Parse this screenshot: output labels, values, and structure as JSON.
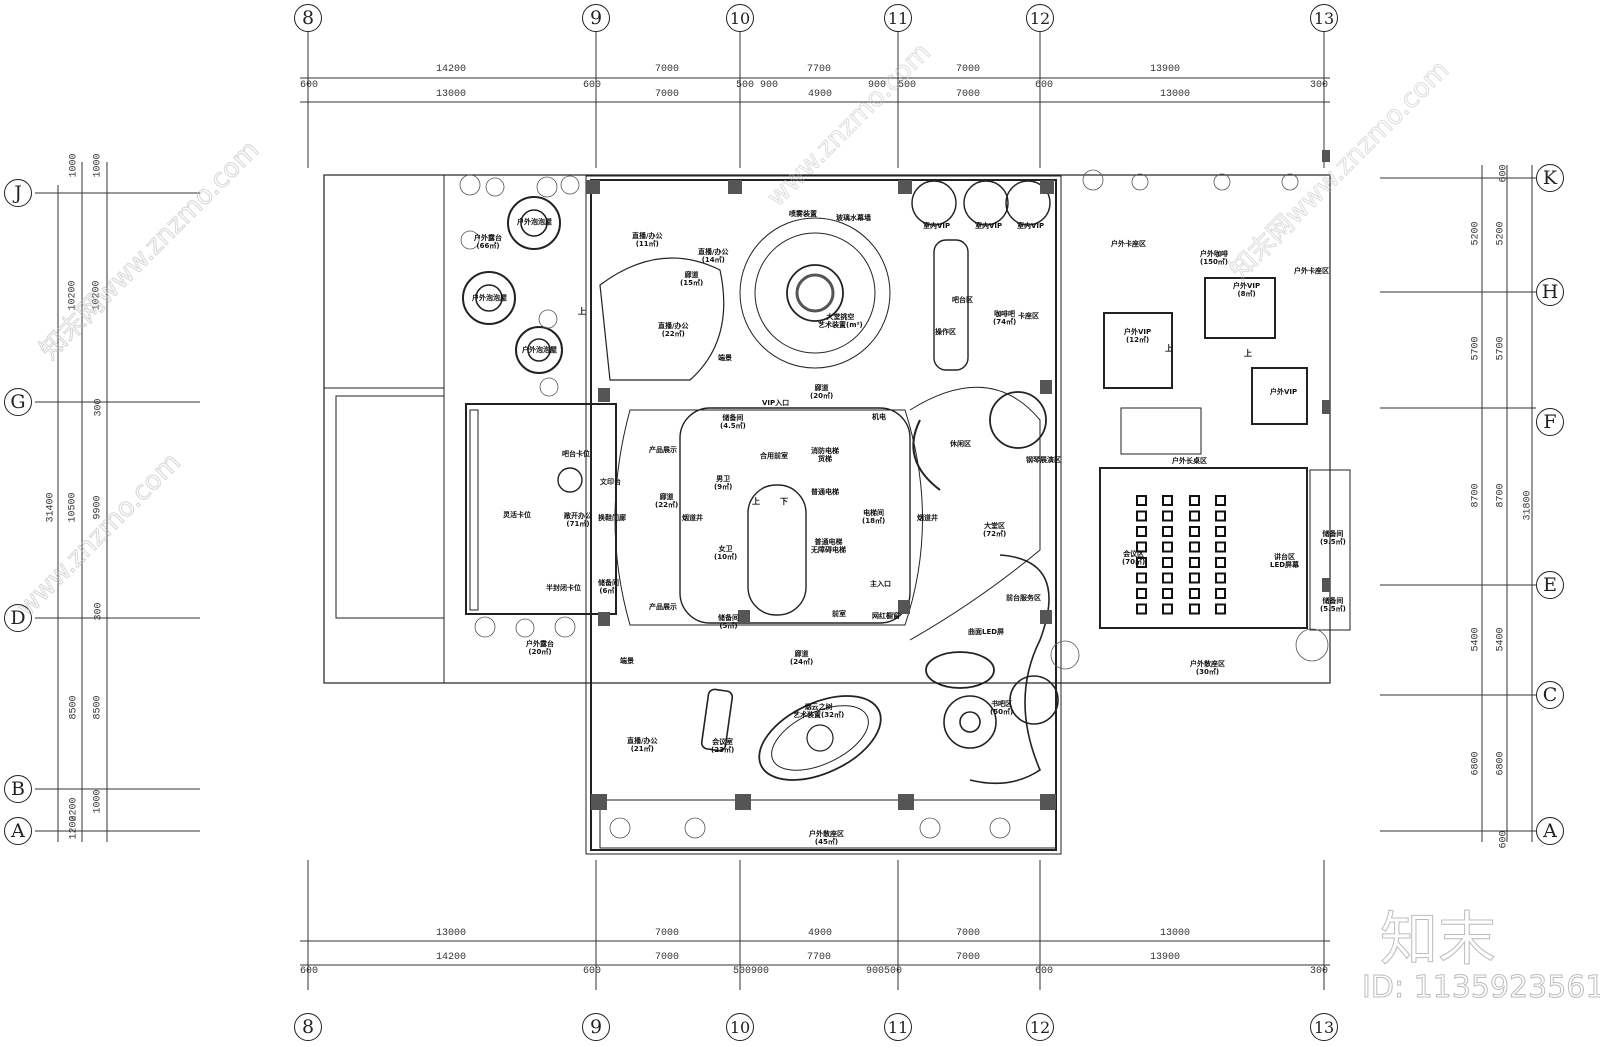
{
  "drawing": {
    "type": "architectural-floor-plan",
    "grid_top": [
      "8",
      "9",
      "10",
      "11",
      "12",
      "13"
    ],
    "grid_bottom": [
      "8",
      "9",
      "10",
      "11",
      "12",
      "13"
    ],
    "grid_left": [
      "J",
      "G",
      "D",
      "B",
      "A"
    ],
    "grid_right": [
      "K",
      "H",
      "F",
      "E",
      "C",
      "A"
    ]
  },
  "dims_top": {
    "row1": [
      "14200",
      "7000",
      "7700",
      "7000",
      "13900"
    ],
    "row2_small": [
      "600",
      "600",
      "500",
      "900",
      "900",
      "500",
      "600",
      "300"
    ],
    "row2": [
      "13000",
      "7000",
      "4900",
      "7000",
      "13000"
    ]
  },
  "dims_bottom": {
    "row1": [
      "13000",
      "7000",
      "4900",
      "7000",
      "13000"
    ],
    "row2": [
      "14200",
      "7000",
      "7700",
      "7000",
      "13900"
    ],
    "row2_small": [
      "600",
      "600",
      "500900",
      "900500",
      "600",
      "300"
    ]
  },
  "dims_left": {
    "outer_total": "31400",
    "col1": [
      "1000",
      "10200",
      "10500",
      "8500",
      "2200"
    ],
    "col2": [
      "1000",
      "10200",
      "300",
      "9900",
      "300",
      "8500",
      "1000",
      "1200"
    ]
  },
  "dims_right": {
    "col1": [
      "5200",
      "5700",
      "8700",
      "5400",
      "6800"
    ],
    "col2": [
      "600",
      "5200",
      "5700",
      "8700",
      "5400",
      "6800",
      "600"
    ],
    "total": "31800"
  },
  "rooms": {
    "outdoor_terrace_nw": {
      "name": "户外露台",
      "area": "(66㎡)"
    },
    "outdoor_pod_1": {
      "name": "户外泡泡屋"
    },
    "outdoor_pod_2": {
      "name": "户外泡泡屋"
    },
    "outdoor_pod_3": {
      "name": "户外泡泡屋"
    },
    "live_office_11": {
      "name": "直播/办公",
      "area": "(11㎡)"
    },
    "live_office_14": {
      "name": "直播/办公",
      "area": "(14㎡)"
    },
    "corridor_15": {
      "name": "廊道",
      "area": "(15㎡)"
    },
    "live_office_22": {
      "name": "直播/办公",
      "area": "(22㎡)"
    },
    "scenery_1": {
      "name": "端景"
    },
    "mist_device": {
      "name": "喷雾装置"
    },
    "glass_fountain": {
      "name": "玻璃水幕墙"
    },
    "atrium_art": {
      "name": "大堂挑空",
      "sub": "艺术装置(m²)"
    },
    "vip_pods": {
      "name": "室内VIP"
    },
    "bar_area": {
      "name": "吧台区"
    },
    "operation_area": {
      "name": "操作区"
    },
    "cafe": {
      "name": "咖啡吧",
      "area": "(74㎡)"
    },
    "booth_area": {
      "name": "卡座区"
    },
    "corridor_20": {
      "name": "廊道",
      "area": "(20㎡)"
    },
    "vip_entrance": {
      "name": "VIP入口"
    },
    "outdoor_booth_n": {
      "name": "户外卡座区"
    },
    "outdoor_cafe": {
      "name": "户外咖啡",
      "area": "(150㎡)"
    },
    "outdoor_booth_ne": {
      "name": "户外卡座区"
    },
    "outdoor_vip_8": {
      "name": "户外VIP",
      "area": "(8㎡)"
    },
    "outdoor_vip_12": {
      "name": "户外VIP",
      "area": "(12㎡)"
    },
    "outdoor_vip_3": {
      "name": "户外VIP"
    },
    "outdoor_long_table": {
      "name": "户外长桌区"
    },
    "bar_booth": {
      "name": "吧台卡位"
    },
    "print_station": {
      "name": "文印台"
    },
    "flex_desks": {
      "name": "灵活卡位"
    },
    "open_office": {
      "name": "敞开办公",
      "area": "(71㎡)"
    },
    "shoe_door": {
      "name": "换鞋门廊"
    },
    "semi_closed_booth": {
      "name": "半封闭卡位"
    },
    "storage_6": {
      "name": "储备间",
      "area": "(6㎡)"
    },
    "outdoor_terrace_sw": {
      "name": "户外露台",
      "area": "(20㎡)"
    },
    "product_display_1": {
      "name": "产品展示"
    },
    "product_display_2": {
      "name": "产品展示"
    },
    "corridor_22": {
      "name": "廊道",
      "area": "(22㎡)"
    },
    "storage_45": {
      "name": "储备间",
      "area": "(4.5㎡)"
    },
    "mens_wc": {
      "name": "男卫",
      "area": "(9㎡)"
    },
    "smoke_shaft_1": {
      "name": "烟道井"
    },
    "womens_wc": {
      "name": "女卫",
      "area": "(10㎡)"
    },
    "storage_5": {
      "name": "储备间",
      "area": "(5㎡)"
    },
    "shared_lobby": {
      "name": "合用前室"
    },
    "fire_elevator": {
      "name": "消防电梯",
      "sub": "货梯"
    },
    "elevator": {
      "name": "普通电梯"
    },
    "elevator_accessible": {
      "name": "普通电梯",
      "sub": "无障碍电梯"
    },
    "mech_elec": {
      "name": "机电"
    },
    "elevator_hall": {
      "name": "电梯间",
      "area": "(18㎡)"
    },
    "main_entrance": {
      "name": "主入口"
    },
    "front_room": {
      "name": "前室"
    },
    "influencer_window": {
      "name": "网红橱窗"
    },
    "lounge": {
      "name": "休闲区"
    },
    "piano_display": {
      "name": "钢琴展演区"
    },
    "smoke_shaft_2": {
      "name": "烟道井"
    },
    "lobby": {
      "name": "大堂区",
      "area": "(72㎡)"
    },
    "front_desk": {
      "name": "前台服务区"
    },
    "curved_led": {
      "name": "曲面LED屏"
    },
    "conference": {
      "name": "会议区",
      "area": "(70㎡)"
    },
    "podium": {
      "name": "讲台区",
      "sub": "LED屏幕"
    },
    "storage_95": {
      "name": "储备间",
      "area": "(9.5㎡)"
    },
    "storage_55": {
      "name": "储备间",
      "area": "(5.5㎡)"
    },
    "outdoor_scatter_30": {
      "name": "户外散座区",
      "area": "(30㎡)"
    },
    "corridor_24": {
      "name": "廊道",
      "area": "(24㎡)"
    },
    "scenery_2": {
      "name": "端景"
    },
    "live_office_21": {
      "name": "直播/办公",
      "area": "(21㎡)"
    },
    "meeting_room": {
      "name": "会议室",
      "area": "(23㎡)"
    },
    "cloud_tree": {
      "name": "烟云之树",
      "sub": "艺术装置(32㎡)"
    },
    "reading_area": {
      "name": "书吧区",
      "area": "(50㎡)"
    },
    "outdoor_scatter_45": {
      "name": "户外散座区",
      "area": "(45㎡)"
    }
  },
  "stairs": {
    "up": "上",
    "down": "下"
  },
  "watermark": {
    "brand": "知末",
    "id_label": "ID: 1135923561",
    "site": "www.znzmo.com",
    "diag_text": "知末网www.znzmo.com"
  }
}
